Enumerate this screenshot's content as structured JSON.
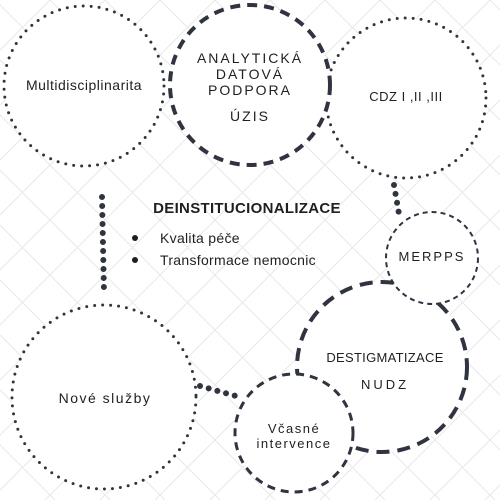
{
  "nodes": {
    "multidisciplinarita": "Multidisciplinarita",
    "analyticka": [
      "ANALYTICKÁ",
      "DATOVÁ",
      "PODPORA",
      "ÚZIS"
    ],
    "cdz": "CDZ I ,II ,III",
    "merpps": "MERPPS",
    "destigmatizace": [
      "DESTIGMATIZACE",
      "NUDZ"
    ],
    "nove_sluzby": "Nové služby",
    "vcasne": [
      "Včasné",
      "intervence"
    ]
  },
  "center": {
    "title": "DEINSTITUCIONALIZACE",
    "items": [
      "Kvalita péče",
      "Transformace nemocnic"
    ]
  },
  "colors": {
    "stroke": "#2f3440",
    "text": "#1f1f1f",
    "grid": "#e9e9e9",
    "background": "#ffffff"
  }
}
